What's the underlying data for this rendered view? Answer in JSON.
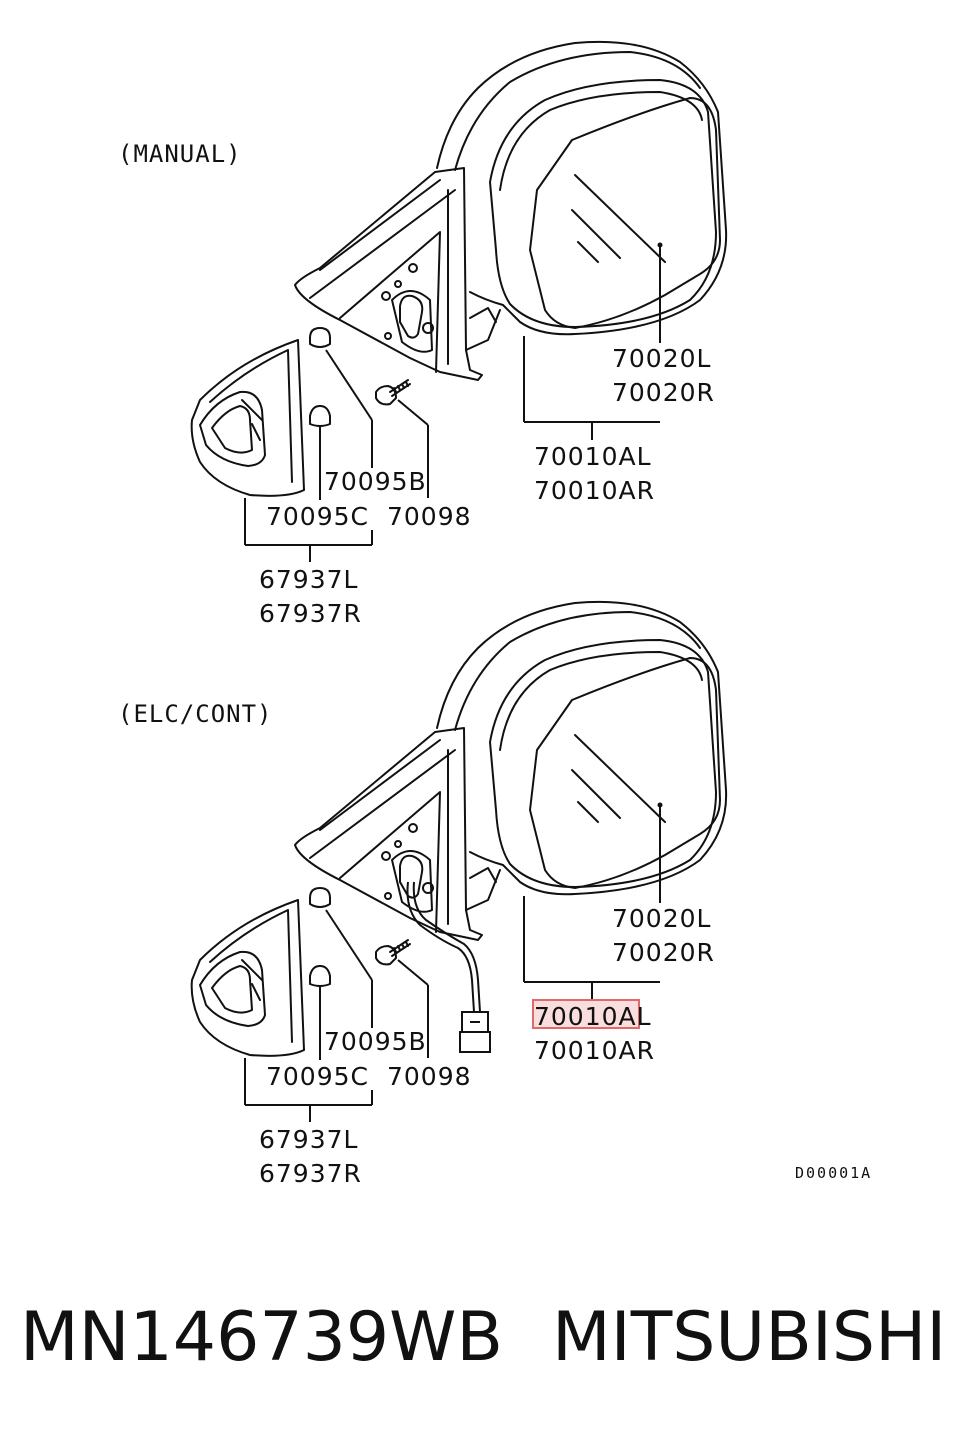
{
  "sections": {
    "manual": {
      "title": "(MANUAL)",
      "labels": {
        "mirror_glass_l": "70020L",
        "mirror_glass_r": "70020R",
        "mirror_assy_l": "70010AL",
        "mirror_assy_r": "70010AR",
        "screw_b": "70095B",
        "screw_c": "70095C",
        "bolt": "70098",
        "cover_l": "67937L",
        "cover_r": "67937R"
      }
    },
    "electric": {
      "title": "(ELC/CONT)",
      "labels": {
        "mirror_glass_l": "70020L",
        "mirror_glass_r": "70020R",
        "mirror_assy_l": "70010AL",
        "mirror_assy_r": "70010AR",
        "screw_b": "70095B",
        "screw_c": "70095C",
        "bolt": "70098",
        "cover_l": "67937L",
        "cover_r": "67937R"
      },
      "highlight": {
        "part": "70010AL",
        "color": "#e06a6a"
      }
    }
  },
  "diagram_code": "D00001A",
  "footer": {
    "part_number": "MN146739WB",
    "brand": "MITSUBISHI"
  }
}
